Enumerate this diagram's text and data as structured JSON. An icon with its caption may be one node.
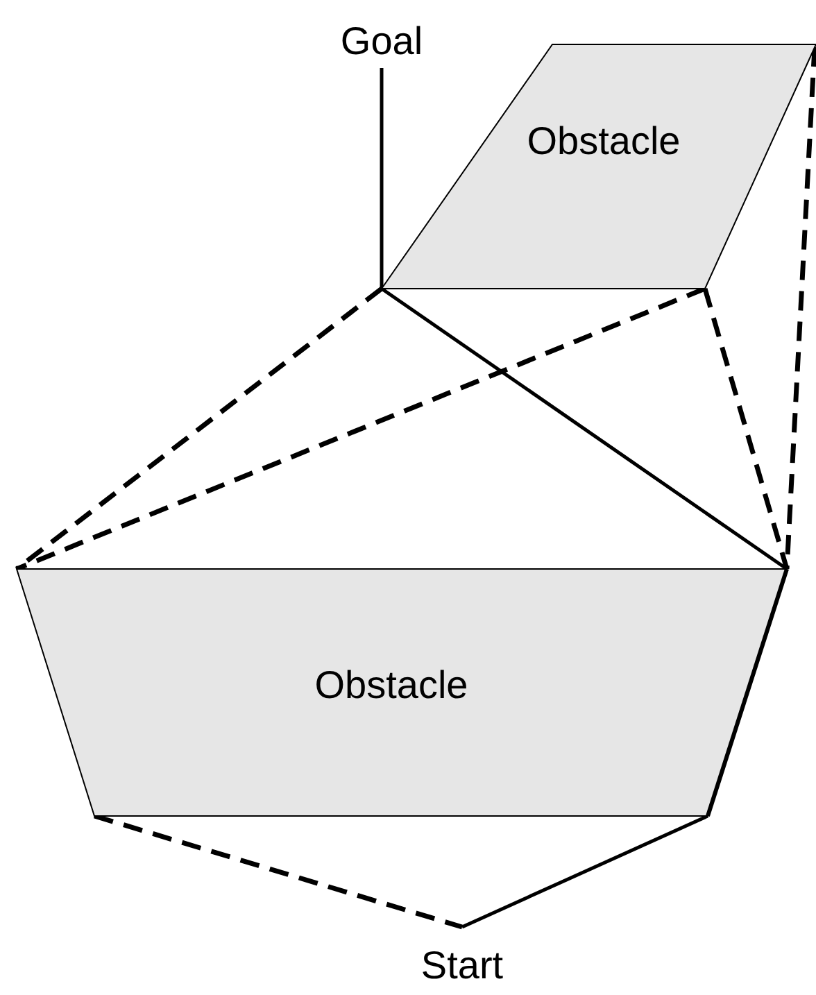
{
  "diagram": {
    "nodes": [
      {
        "text": [
          "Goal"
        ]
      },
      {
        "text": [
          "Obstacle"
        ]
      },
      {
        "text": [
          "Obstacle"
        ]
      },
      {
        "text": [
          "Start"
        ]
      }
    ],
    "edges": [
      {
        "from": 0,
        "to": 1,
        "arrow": "none"
      },
      {
        "from": 1,
        "to": 2,
        "arrow": "none",
        "style": "dashed"
      },
      {
        "from": 1,
        "to": 2,
        "arrow": "none"
      },
      {
        "from": 1,
        "to": 2,
        "arrow": "none",
        "style": "dashed"
      },
      {
        "from": 1,
        "to": 2,
        "arrow": "none",
        "style": "dashed"
      },
      {
        "from": 1,
        "to": 2,
        "arrow": "none",
        "style": "dashed"
      },
      {
        "from": 2,
        "to": 3,
        "arrow": "none",
        "style": "dashed"
      },
      {
        "from": 2,
        "to": 3,
        "arrow": "none"
      }
    ]
  }
}
